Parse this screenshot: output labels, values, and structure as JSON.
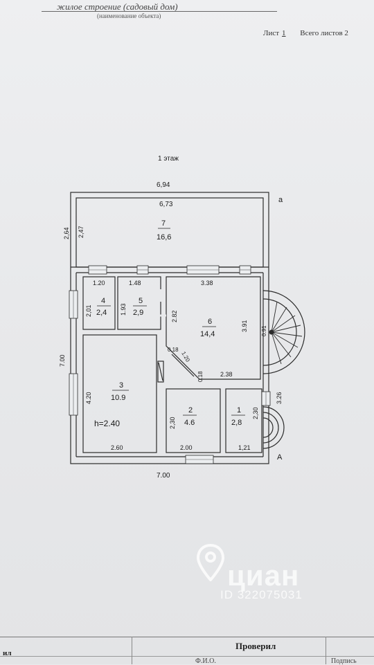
{
  "header": {
    "object_title": "жилое строение (садовый дом)",
    "object_caption": "(наименование объекта)",
    "sheet_label": "Лист",
    "sheet_number": "1",
    "total_sheets_label": "Всего листов 2"
  },
  "plan": {
    "floor_title": "1 этаж",
    "outer_dims": {
      "top_outer": "6,94",
      "top_inner": "6,73",
      "left_outer": "2,64",
      "left_inner": "2,47",
      "left_total": "7.00",
      "bottom": "7.00"
    },
    "axes": {
      "a_lower": "а",
      "a_upper": "А"
    },
    "rooms": [
      {
        "number": "7",
        "area": "16,6"
      },
      {
        "number": "4",
        "area": "2,4"
      },
      {
        "number": "5",
        "area": "2,9"
      },
      {
        "number": "6",
        "area": "14,4"
      },
      {
        "number": "3",
        "area": "10.9"
      },
      {
        "number": "2",
        "area": "4.6"
      },
      {
        "number": "1",
        "area": "2,8"
      }
    ],
    "height_note": "h=2.40",
    "dims": {
      "r4_width": "1.20",
      "r4_height": "2,01",
      "r5_width": "1.48",
      "r5_height": "1.93",
      "r6_width": "3.38",
      "r6_left": "2.82",
      "r6_right": "3.91",
      "r6_bottom": "2.38",
      "stair": "0.91",
      "d018a": "0,18",
      "d120": "1.20",
      "d018b": "0.18",
      "r3_height": "4.20",
      "r3_width": "2.60",
      "r2_height": "2,30",
      "r2_width": "2.00",
      "r1_height": "2,30",
      "r1_width": "1,21",
      "porch": "3.26"
    }
  },
  "watermark": {
    "brand": "циан",
    "listing_id": "ID 322075031"
  },
  "footer": {
    "left_label": "ил",
    "checked_label": "Проверил",
    "fio_label": "Ф.И.О.",
    "sign_label": "Подпись"
  }
}
